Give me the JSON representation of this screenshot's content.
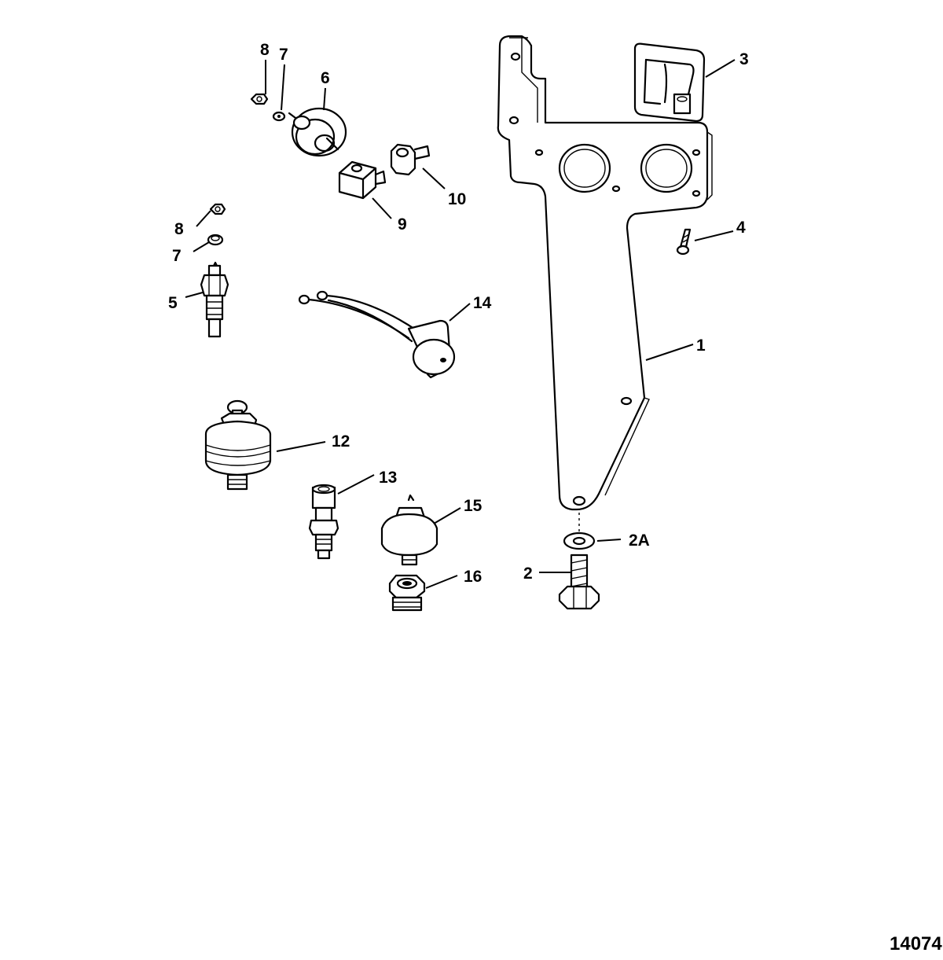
{
  "callouts": {
    "c1": "1",
    "c2": "2",
    "c2a": "2A",
    "c3": "3",
    "c4": "4",
    "c5": "5",
    "c6": "6",
    "c7a": "7",
    "c7b": "7",
    "c8a": "8",
    "c8b": "8",
    "c9": "9",
    "c10": "10",
    "c12": "12",
    "c13": "13",
    "c14": "14",
    "c15": "15",
    "c16": "16"
  },
  "figure_number": "14074"
}
